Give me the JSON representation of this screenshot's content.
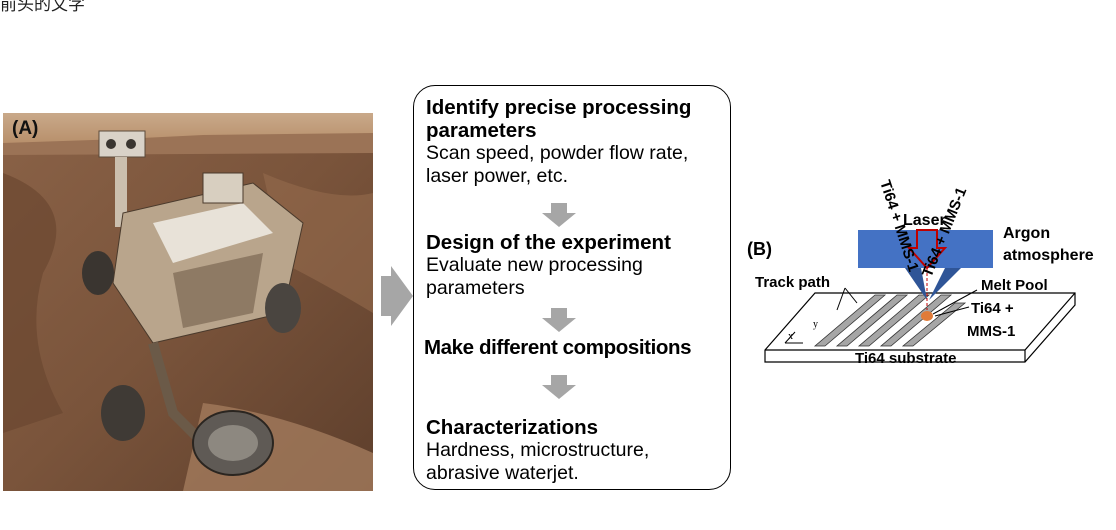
{
  "header_fragment": "前头的文字",
  "panel_a": {
    "label": "(A)"
  },
  "flow": [
    {
      "title_lines": [
        "Identify precise processing",
        "parameters"
      ],
      "desc_lines": [
        "Scan speed, powder flow rate,",
        "laser power, etc."
      ]
    },
    {
      "title_lines": [
        "Design of the experiment"
      ],
      "desc_lines": [
        "Evaluate new processing",
        "parameters"
      ]
    },
    {
      "title_lines": [
        "Make different compositions"
      ],
      "desc_lines": []
    },
    {
      "title_lines": [
        "Characterizations"
      ],
      "desc_lines": [
        "Hardness, microstructure,",
        "abrasive waterjet."
      ]
    }
  ],
  "panel_b": {
    "label": "(B)",
    "laser": "Laser",
    "argon": [
      "Argon",
      "atmosphere"
    ],
    "nozzle_left": "Ti64 + MMS-1",
    "nozzle_right": "Ti64 + MMS-1",
    "track_path": "Track path",
    "melt_pool": "Melt Pool",
    "deposit": [
      "Ti64 +",
      "MMS-1"
    ],
    "substrate": "Ti64 substrate",
    "axis_x": "x",
    "axis_y": "y"
  },
  "colors": {
    "argon_box": "#4472c4",
    "arrow_gray": "#a6a6a6",
    "laser_arrow": "#c00000",
    "melt_pool": "#e07b39"
  }
}
